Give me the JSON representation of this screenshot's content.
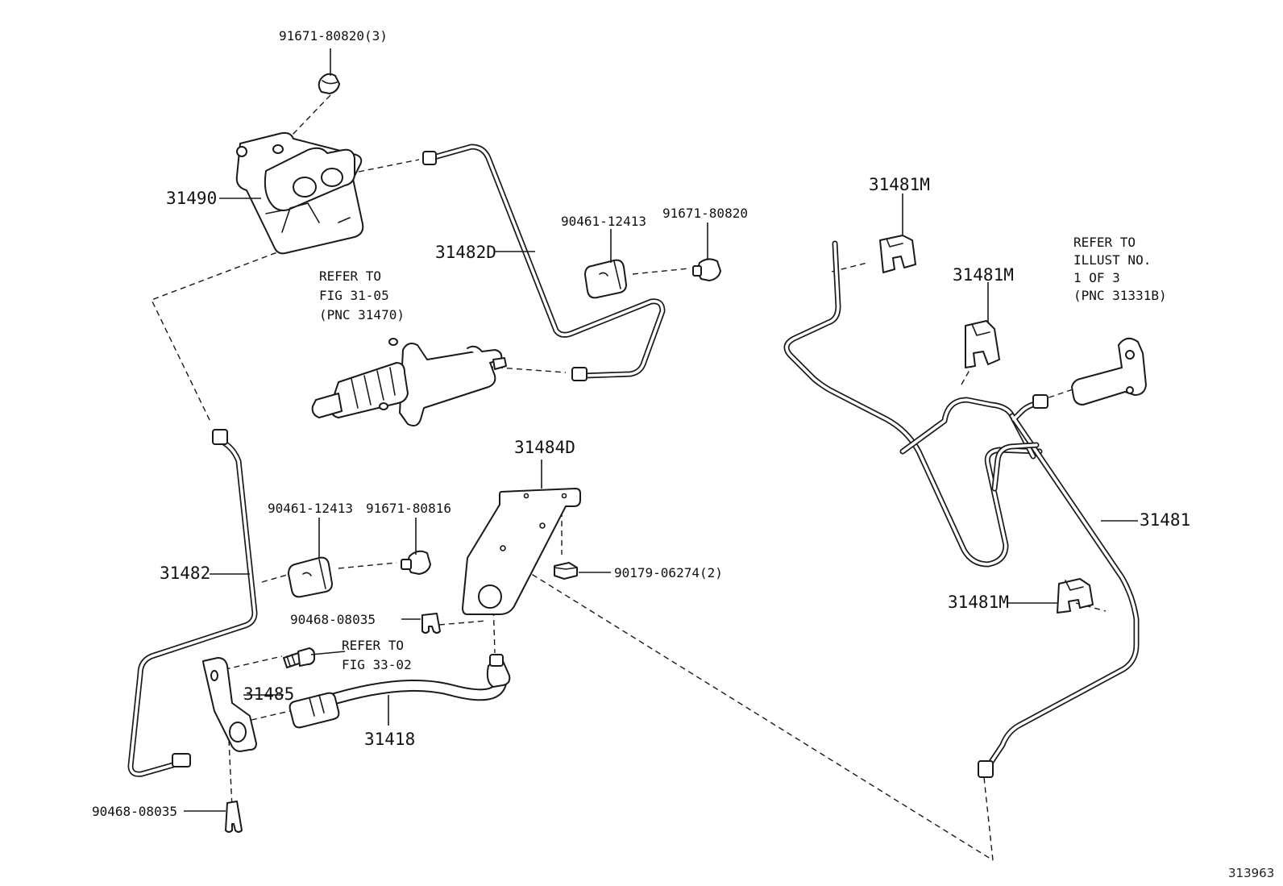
{
  "diagram_id": "313963",
  "labels": {
    "bolt_top": "91671-80820(3)",
    "master_unit": "31490",
    "pipe_d": "31482D",
    "clamp_top": "90461-12413",
    "bolt_mid": "91671-80820",
    "refer_fig_3105": [
      "REFER TO",
      "FIG 31-05",
      "(PNC 31470)"
    ],
    "clip_m_top": "31481M",
    "clip_m_mid": "31481M",
    "clip_m_bottom": "31481M",
    "refer_illust": [
      "REFER TO",
      "ILLUST NO.",
      "1 OF 3",
      "(PNC 31331B)"
    ],
    "pipe_main": "31481",
    "bracket": "31484D",
    "clamp_low": "90461-12413",
    "bolt_low": "91671-80816",
    "pipe_left": "31482",
    "nut": "90179-06274(2)",
    "clip_mid": "90468-08035",
    "refer_fig_3302": [
      "REFER TO",
      "FIG 33-02"
    ],
    "bracket_small": "31485",
    "hose": "31418",
    "clip_bottom": "90468-08035"
  }
}
